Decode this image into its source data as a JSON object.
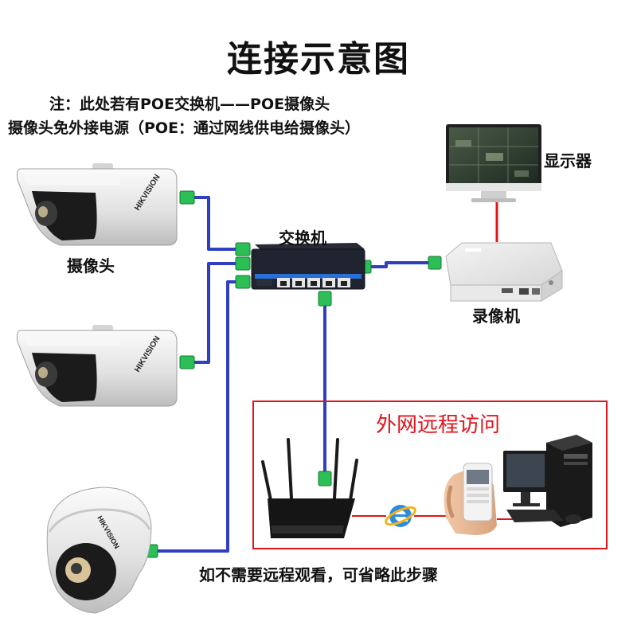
{
  "title": "连接示意图",
  "notes": [
    "注：此处若有POE交换机——POE摄像头",
    "摄像头免外接电源（POE：通过网线供电给摄像头）"
  ],
  "labels": {
    "camera": "摄像头",
    "switch": "交换机",
    "monitor": "显示器",
    "nvr": "录像机"
  },
  "camera_brand": "HIKVISION",
  "remote": {
    "title": "外网远程访问",
    "footer": "如不需要远程观看，可省略此步骤"
  },
  "colors": {
    "cable": "#2f3fbf",
    "connector": "#2bbf55",
    "accent_red": "#e0141b"
  }
}
